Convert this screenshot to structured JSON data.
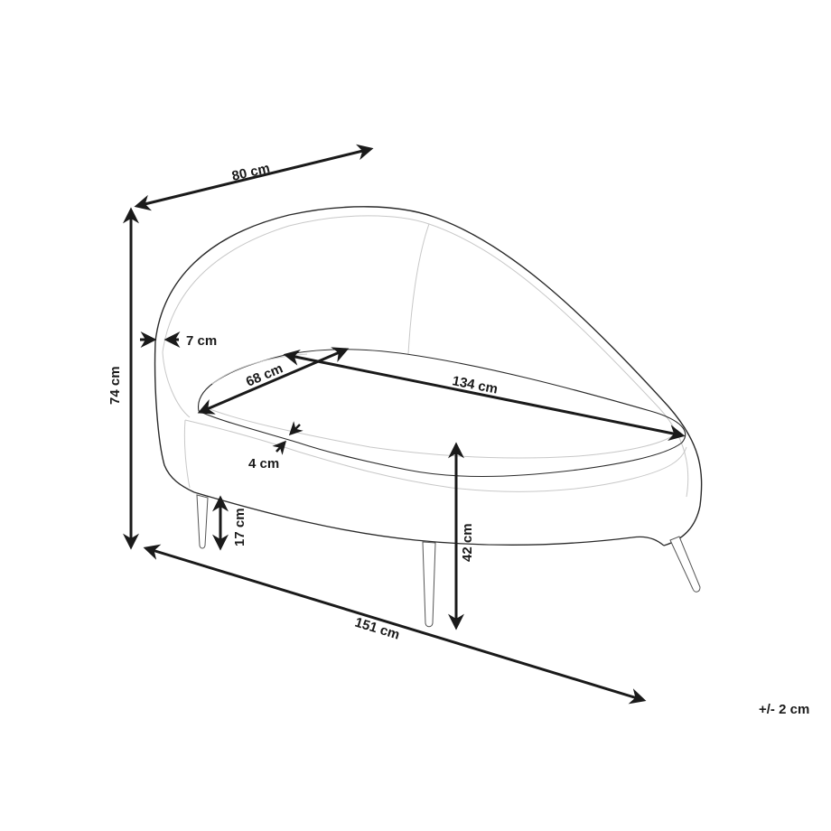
{
  "diagram": {
    "subject": "chaise lounge dimension drawing",
    "colors": {
      "outline": "#2a2a2a",
      "inner_line": "#c8c8c8",
      "dimension_line": "#1a1a1a",
      "background": "#ffffff"
    },
    "dimensions": {
      "width_depth": "80 cm",
      "height_total": "74 cm",
      "back_thickness": "7 cm",
      "seat_depth": "68 cm",
      "seat_length": "134 cm",
      "cushion_thickness": "4 cm",
      "leg_height": "17 cm",
      "seat_height": "42 cm",
      "total_length": "151 cm"
    },
    "tolerance": "+/- 2 cm"
  }
}
